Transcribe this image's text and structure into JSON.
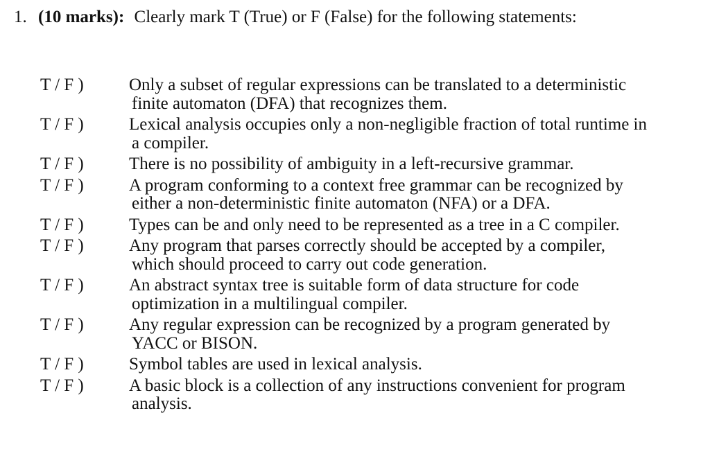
{
  "question": {
    "number": "1.",
    "marks": "(10 marks):",
    "instruction": "Clearly mark T (True) or F (False) for the following statements:"
  },
  "tf_label": "T / F )",
  "statements": [
    {
      "lines": [
        "Only a subset of regular expressions can be translated to a deterministic",
        "finite automaton (DFA) that recognizes them."
      ]
    },
    {
      "lines": [
        "Lexical analysis occupies only a non-negligible fraction of total runtime in",
        "a compiler."
      ]
    },
    {
      "lines": [
        "There is no possibility of ambiguity in a left-recursive grammar."
      ]
    },
    {
      "lines": [
        "A program conforming to a context free grammar can be recognized by",
        "either a non-deterministic finite automaton (NFA) or a DFA."
      ]
    },
    {
      "lines": [
        "Types can be and only need to be represented as a tree in a C compiler."
      ]
    },
    {
      "lines": [
        "Any program that parses correctly should be accepted by a compiler,",
        "which should proceed to carry out code generation."
      ]
    },
    {
      "lines": [
        "An abstract syntax tree is suitable form of data structure for code",
        "optimization in a multilingual compiler."
      ]
    },
    {
      "lines": [
        "Any regular expression can be recognized by a program generated by",
        "YACC or BISON."
      ]
    },
    {
      "lines": [
        "Symbol tables are used in lexical analysis."
      ]
    },
    {
      "lines": [
        "A basic block is a collection of any instructions convenient for program",
        "analysis."
      ]
    }
  ]
}
